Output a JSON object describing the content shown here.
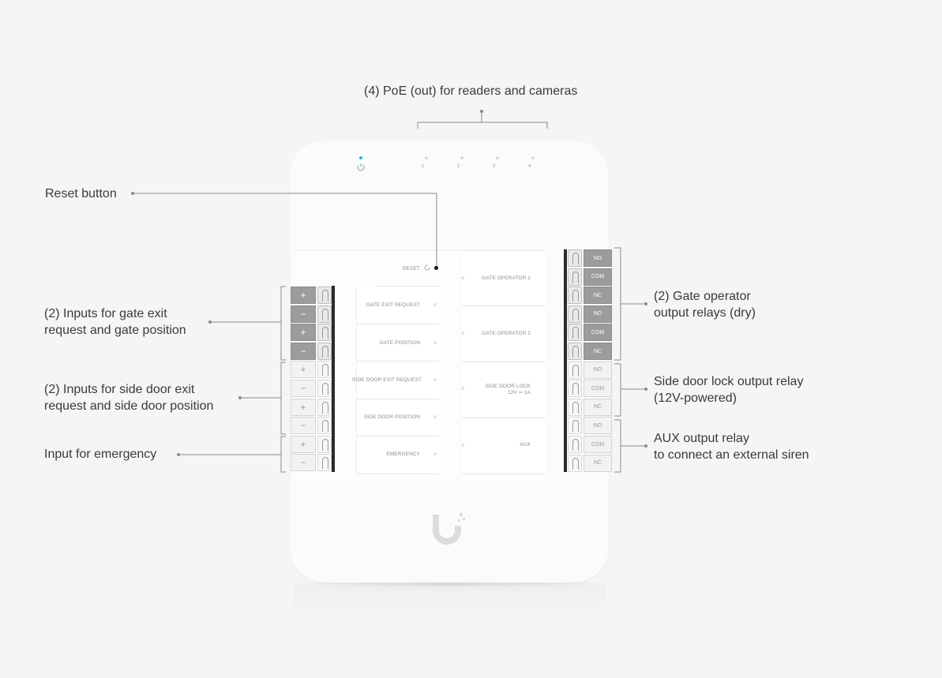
{
  "callouts": {
    "poe": "(4) PoE (out) for readers and cameras",
    "reset": "Reset button",
    "gate_inputs": [
      "(2) Inputs for gate exit",
      "request and gate position"
    ],
    "side_inputs": [
      "(2) Inputs for side door exit",
      "request and side door position"
    ],
    "emergency": "Input for emergency",
    "gate_relays": [
      "(2) Gate operator",
      "output relays (dry)"
    ],
    "side_lock": [
      "Side door lock output relay",
      "(12V-powered)"
    ],
    "aux": [
      "AUX output relay",
      "to connect an external siren"
    ]
  },
  "device": {
    "ports": [
      "1",
      "2",
      "3",
      "4"
    ],
    "power_icon": "power-icon",
    "left_labels": {
      "reset": "RESET",
      "gate_exit": "GATE EXIT REQUEST",
      "gate_position": "GATE POSITION",
      "side_exit": "SIDE DOOR EXIT REQUEST",
      "side_position": "SIDE DOOR POSITION",
      "emergency": "EMERGENCY"
    },
    "right_labels": {
      "gate_op1": "GATE OPERATOR 1",
      "gate_op2": "GATE OPERATOR 2",
      "side_lock_1": "SIDE DOOR LOCK",
      "side_lock_2": "12V ⎓ 1A",
      "aux": "AUX"
    },
    "left_terminals": [
      "+",
      "−",
      "+",
      "−",
      "+",
      "−",
      "+",
      "−",
      "+",
      "−"
    ],
    "right_terminals": [
      "NO",
      "COM",
      "NC",
      "NO",
      "COM",
      "NC",
      "NO",
      "COM",
      "NC",
      "NO",
      "COM",
      "NC"
    ],
    "logo": "ubiquiti-logo"
  },
  "colors": {
    "led_active": "#2db5e6",
    "terminal_dark": "#9c9c9c",
    "terminal_light": "#f2f2f2"
  }
}
